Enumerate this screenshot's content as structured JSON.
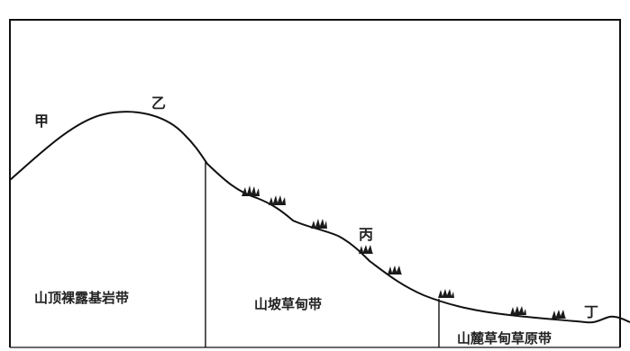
{
  "points": {
    "jia": "甲",
    "yi": "乙",
    "bing": "丙",
    "ding": "丁"
  },
  "zones": {
    "summit": "山顶裸露基岩带",
    "slope": "山坡草甸带",
    "foothill": "山麓草甸草原带"
  }
}
